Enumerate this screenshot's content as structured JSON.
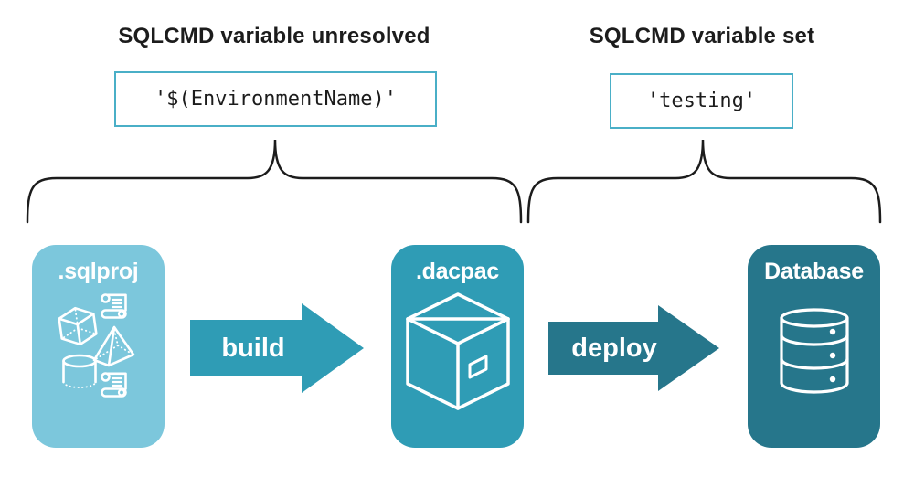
{
  "annotations": {
    "left": {
      "title": "SQLCMD variable unresolved",
      "code": "'$(EnvironmentName)'"
    },
    "right": {
      "title": "SQLCMD variable set",
      "code": "'testing'"
    }
  },
  "pipeline": {
    "nodes": [
      {
        "label": ".sqlproj",
        "icon": "sql-project-objects-icon",
        "color": "#7CC7DC"
      },
      {
        "label": ".dacpac",
        "icon": "dacpac-package-icon",
        "color": "#2F9CB5"
      },
      {
        "label": "Database",
        "icon": "database-icon",
        "color": "#26768B"
      }
    ],
    "arrows": [
      {
        "label": "build",
        "color": "#2F9CB5"
      },
      {
        "label": "deploy",
        "color": "#26768B"
      }
    ]
  },
  "colors": {
    "background": "#FFFFFF",
    "heading_text": "#1C1C1C",
    "code_text": "#1C1C1C",
    "code_box_border": "#4AAFC7",
    "brace": "#1C1C1C",
    "node_label_text": "#FFFFFF"
  }
}
